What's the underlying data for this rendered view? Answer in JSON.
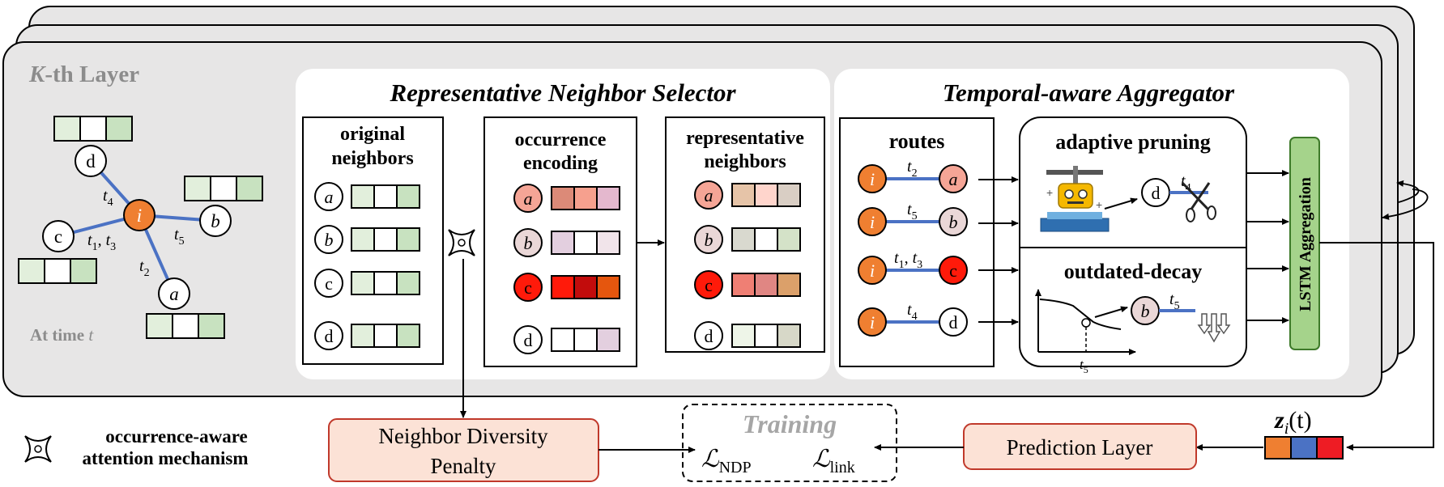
{
  "layer": {
    "title_symbol": "K",
    "title_rest": "-th Layer",
    "time_label_prefix": "At time ",
    "time_label_var": "t"
  },
  "graph": {
    "center": "i",
    "neighbors": [
      {
        "id": "d",
        "style": "plain"
      },
      {
        "id": "b",
        "style": "italic"
      },
      {
        "id": "c",
        "style": "plain"
      },
      {
        "id": "a",
        "style": "italic"
      }
    ],
    "edge_labels": [
      {
        "base": "t",
        "sub": "4"
      },
      {
        "base": "t",
        "sub": "5"
      },
      {
        "base": "t",
        "sub": "1",
        "extra": ", ",
        "base2": "t",
        "sub2": "3"
      },
      {
        "base": "t",
        "sub": "2"
      }
    ]
  },
  "selector": {
    "title": "Representative Neighbor Selector",
    "original_title_1": "original",
    "original_title_2": "neighbors",
    "occurrence_title_1": "occurrence",
    "occurrence_title_2": "encoding",
    "representative_title_1": "representative",
    "representative_title_2": "neighbors",
    "nodes": [
      "a",
      "b",
      "c",
      "d"
    ],
    "original_colors": [
      [
        "#e2efdc",
        "#ffffff",
        "#c8e2c0"
      ],
      [
        "#e2efdc",
        "#ffffff",
        "#c8e2c0"
      ],
      [
        "#e2efdc",
        "#ffffff",
        "#c8e2c0"
      ],
      [
        "#e2efdc",
        "#ffffff",
        "#c8e2c0"
      ]
    ],
    "occurrence_colors": [
      [
        "#dc8a78",
        "#f6a08e",
        "#e4b8ce"
      ],
      [
        "#e3cfdf",
        "#ffffff",
        "#f1e4ea"
      ],
      [
        "#ff1a0a",
        "#c20c0c",
        "#e5560e"
      ],
      [
        "#ffffff",
        "#ffffff",
        "#e3cfdf"
      ]
    ],
    "occurrence_node_fill": [
      "#f5a596",
      "#ead7d7",
      "#ff1a0a",
      "#ffffff"
    ],
    "representative_colors": [
      [
        "#e6c4a8",
        "#ffd5cc",
        "#d9cec4"
      ],
      [
        "#d9d9cf",
        "#ffffff",
        "#d4e2c8"
      ],
      [
        "#ef7f74",
        "#e08683",
        "#dba06a"
      ],
      [
        "#eef5e8",
        "#ffffff",
        "#d7d8c8"
      ]
    ]
  },
  "aggregator": {
    "title": "Temporal-aware Aggregator",
    "routes_title": "routes",
    "pruning_title": "adaptive pruning",
    "decay_title": "outdated-decay",
    "lstm_label": "LSTM Aggregation",
    "routes": [
      {
        "to": "a",
        "fill": "#f5a596",
        "label": "t",
        "sub": "2"
      },
      {
        "to": "b",
        "fill": "#ead7d7",
        "label": "t",
        "sub": "5"
      },
      {
        "to": "c",
        "fill": "#ff1a0a",
        "label": "t",
        "sub": "1",
        "label2": "t",
        "sub2": "3"
      },
      {
        "to": "d",
        "fill": "#ffffff",
        "label": "t",
        "sub": "4"
      }
    ],
    "pruning_node": "d",
    "pruning_time": {
      "base": "t",
      "sub": "4"
    },
    "decay_node": "b",
    "decay_time": {
      "base": "t",
      "sub": "5"
    }
  },
  "bottom": {
    "legend_line1": "occurrence-aware",
    "legend_line2": "attention mechanism",
    "ndp_line1": "Neighbor Diversity",
    "ndp_line2": "Penalty",
    "training_title": "Training",
    "loss_ndp_sub": "NDP",
    "loss_link_sub": "link",
    "prediction_label": "Prediction Layer",
    "z_label": "z",
    "z_sub": "i",
    "z_arg": "(t)",
    "z_colors": [
      "#ef7f31",
      "#4b72c4",
      "#ee1c24"
    ]
  },
  "colors": {
    "orange_node": "#ef7f31",
    "edge_blue": "#4b72c4",
    "green_box": "#a5d38b",
    "pink_box": "#fce2d6",
    "pink_border": "#c0392b",
    "layer_bg": "#e7e6e6",
    "gray_text": "#8c8c8c"
  }
}
